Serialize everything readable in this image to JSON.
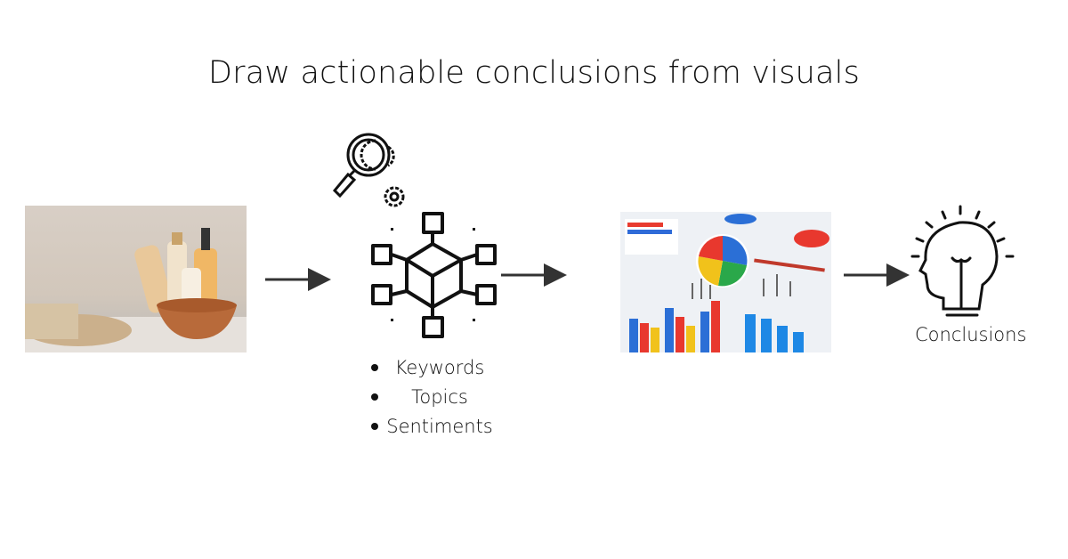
{
  "title": "Draw actionable conclusions from visuals",
  "analysis_outputs": [
    "Keywords",
    "Topics",
    "Sentiments"
  ],
  "result_label": "Conclusions",
  "icons": {
    "input": "product-photo",
    "analysis": "magnifier-gear-icon",
    "network": "cube-network-icon",
    "visualization": "charts-photo",
    "conclusion": "head-lightbulb-icon"
  },
  "colors": {
    "arrow": "#333333",
    "stroke": "#111111"
  }
}
